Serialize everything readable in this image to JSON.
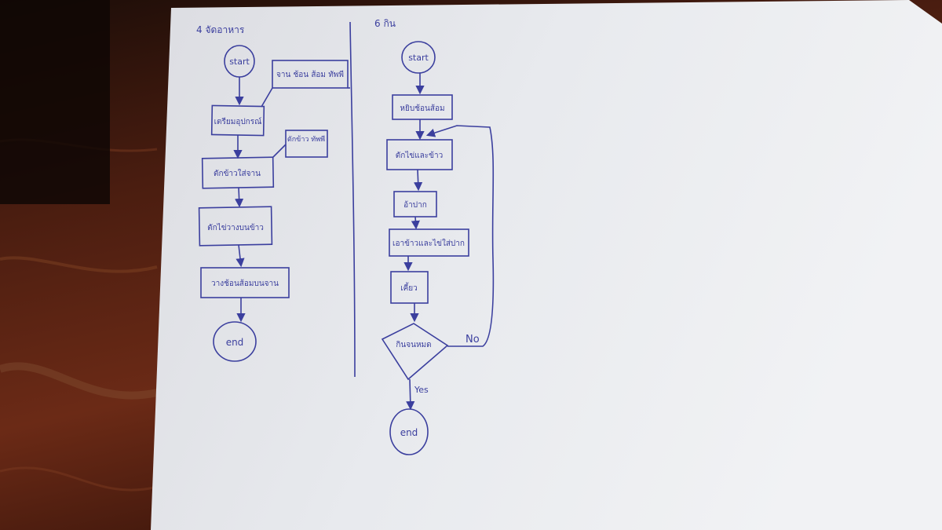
{
  "left_flow": {
    "header": "4 จัดอาหาร",
    "start": "start",
    "note_top": "จาน ช้อน ส้อม ทัพพี",
    "step1": "เตรียมอุปกรณ์",
    "note_mid": "ตักข้าว ทัพพี",
    "step2": "ตักข้าวใส่จาน",
    "step3": "ตักไข่วางบนข้าว",
    "step4": "วางช้อนส้อมบนจาน",
    "end": "end"
  },
  "right_flow": {
    "header": "6 กิน",
    "start": "start",
    "step1": "หยิบช้อนส้อม",
    "step2": "ตักไข่และข้าว",
    "step3": "อ้าปาก",
    "step4": "เอาข้าวและไข่ใส่ปาก",
    "step5": "เคี้ยว",
    "decision": "กินจนหมด",
    "no_label": "No",
    "yes_label": "Yes",
    "end": "end"
  },
  "colors": {
    "ink": "#3b3f9e",
    "paper": "#e9ebee",
    "wood": "#5a2414"
  }
}
